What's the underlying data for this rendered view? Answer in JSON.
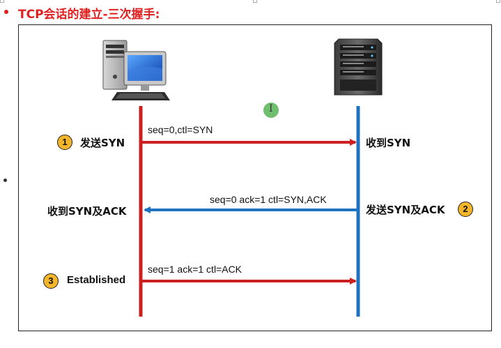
{
  "title": "TCP会话的建立-三次握手:",
  "steps": [
    {
      "number": "1",
      "left_label": "发送SYN",
      "message": "seq=0,ctl=SYN",
      "right_label": "收到SYN"
    },
    {
      "number": "2",
      "left_label": "收到SYN及ACK",
      "message": "seq=0 ack=1 ctl=SYN,ACK",
      "right_label": "发送SYN及ACK"
    },
    {
      "number": "3",
      "left_label": "Established",
      "message": "seq=1 ack=1 ctl=ACK"
    }
  ],
  "icons": {
    "client": "desktop-computer-icon",
    "server": "server-tower-icon",
    "cursor": "text-cursor-icon"
  },
  "colors": {
    "title": "#e02020",
    "client_line": "#cc1f1f",
    "server_line": "#1f72c0",
    "step_badge": "#f3b62b"
  }
}
